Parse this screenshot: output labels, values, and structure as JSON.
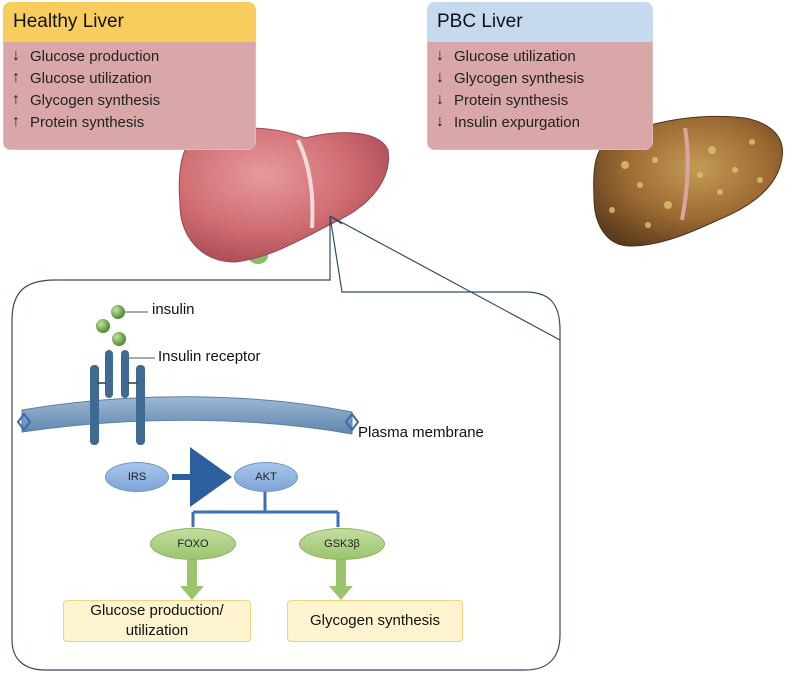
{
  "healthy": {
    "title": "Healthy Liver",
    "items": [
      {
        "arrow": "↓",
        "text": "Glucose production"
      },
      {
        "arrow": "↑",
        "text": "Glucose utilization"
      },
      {
        "arrow": "↑",
        "text": "Glycogen synthesis"
      },
      {
        "arrow": "↑",
        "text": "Protein synthesis"
      }
    ]
  },
  "pbc": {
    "title": "PBC Liver",
    "items": [
      {
        "arrow": "↓",
        "text": "Glucose utilization"
      },
      {
        "arrow": "↓",
        "text": "Glycogen synthesis"
      },
      {
        "arrow": "↓",
        "text": "Protein synthesis"
      },
      {
        "arrow": "↓",
        "text": "Insulin expurgation"
      }
    ]
  },
  "pathway": {
    "insulin": "insulin",
    "receptor": "Insulin receptor",
    "membrane": "Plasma membrane",
    "irs": "IRS",
    "akt": "AKT",
    "foxo": "FOXO",
    "gsk3b": "GSK3β",
    "result_left_line1": "Glucose production/",
    "result_left_line2": "utilization",
    "result_right": "Glycogen synthesis"
  },
  "colors": {
    "healthy_header": "#f9cd5d",
    "pbc_header": "#c5d9ef",
    "panel_body": "#d9a7a8",
    "healthy_liver": "#c9646c",
    "pbc_liver": "#8a5a2a",
    "membrane": "#6f92b6",
    "receptor": "#3f6b93",
    "insulin": "#6fa24a",
    "connector": "#3b6fb6"
  }
}
